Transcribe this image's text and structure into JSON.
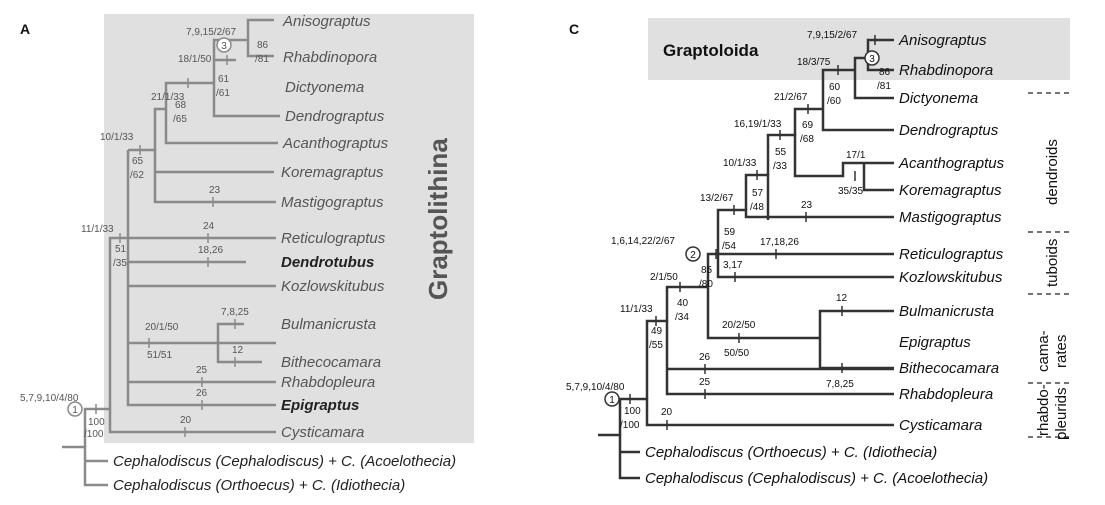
{
  "panel_a": {
    "letter": "A",
    "clade_label": "Graptolithina",
    "taxa": {
      "anisograptus": "Anisograptus",
      "rhabdinopora": "Rhabdinopora",
      "dictyonema": "Dictyonema",
      "dendrograptus": "Dendrograptus",
      "acanthograptus": "Acanthograptus",
      "koremagraptus": "Koremagraptus",
      "mastigograptus": "Mastigograptus",
      "reticulograptus": "Reticulograptus",
      "dendrotubus": "Dendrotubus",
      "kozlowskitubus": "Kozlowskitubus",
      "bulmanicrusta": "Bulmanicrusta",
      "bithecocamara": "Bithecocamara",
      "rhabdopleura": "Rhabdopleura",
      "epigraptus": "Epigraptus",
      "cysticamara": "Cysticamara",
      "outgroup1": "Cephalodiscus (Cephalodiscus) + C. (Acoelothecia)",
      "outgroup2": "Cephalodiscus (Orthoecus) + C. (Idiothecia)"
    },
    "node_numbers": {
      "n1": "1",
      "n3": "3"
    },
    "support": {
      "s1_top": "5,7,9,10/4/80",
      "s1_bot1": "100",
      "s1_bot2": "/100",
      "s2_top": "11/1/33",
      "s2_bot1": "51",
      "s2_bot2": "/35",
      "s3_top": "10/1/33",
      "s3_bot1": "65",
      "s3_bot2": "/62",
      "s4_top": "21/1/33",
      "s4_bot1": "68",
      "s4_bot2": "/65",
      "s5_top": "18/1/50",
      "s5_bot1": "61",
      "s5_bot2": "/61",
      "s6_top": "7,9,15/2/67",
      "s6_bot1": "86",
      "s6_bot2": "/81",
      "s7_top": "20/1/50",
      "s7_bot": "51/51",
      "chars_mastigo": "23",
      "chars_reticulo": "18,26",
      "chars_dendrotubus": "24",
      "chars_bulmani": "7,8,25",
      "chars_bitheco": "12",
      "chars_rhabdo": "25",
      "chars_epigraptus": "26",
      "chars_cysti": "20"
    }
  },
  "panel_c": {
    "letter": "C",
    "clade_label": "Graptoloida",
    "taxa": {
      "anisograptus": "Anisograptus",
      "rhabdinopora": "Rhabdinopora",
      "dictyonema": "Dictyonema",
      "dendrograptus": "Dendrograptus",
      "acanthograptus": "Acanthograptus",
      "koremagraptus": "Koremagraptus",
      "mastigograptus": "Mastigograptus",
      "reticulograptus": "Reticulograptus",
      "kozlowskitubus": "Kozlowskitubus",
      "bulmanicrusta": "Bulmanicrusta",
      "bithecocamara": "Bithecocamara",
      "epigraptus": "Epigraptus",
      "rhabdopleura": "Rhabdopleura",
      "cysticamara": "Cysticamara",
      "outgroup1": "Cephalodiscus (Orthoecus) + C. (Idiothecia)",
      "outgroup2": "Cephalodiscus (Cephalodiscus) + C. (Acoelothecia)"
    },
    "node_numbers": {
      "n1": "1",
      "n2": "2",
      "n3": "3"
    },
    "support": {
      "s1_top": "5,7,9,10/4/80",
      "s1_bot1": "100",
      "s1_bot2": "/100",
      "s2_top": "11/1/33",
      "s2_bot1": "49",
      "s2_bot2": "/55",
      "s3_top": "2/1/50",
      "s3_bot1": "40",
      "s3_bot2": "/34",
      "s4_top": "1,6,14,22/2/67",
      "s4_bot1": "85",
      "s4_bot2": "/80",
      "s5_top": "13/2/67",
      "s5_bot1": "59",
      "s5_bot2": "/54",
      "s6_top": "10/1/33",
      "s6_bot1": "57",
      "s6_bot2": "/48",
      "s7_top": "16,19/1/33",
      "s7_bot1": "55",
      "s7_bot2": "/33",
      "s8_top": "21/2/67",
      "s8_bot1": "69",
      "s8_bot2": "/68",
      "s9_top": "18/3/75",
      "s9_bot1": "60",
      "s9_bot2": "/60",
      "s10_top": "7,9,15/2/67",
      "s10_bot1": "86",
      "s10_bot2": "/81",
      "s11_top": "17/1",
      "s11_bot": "35/35",
      "s12_top": "20/2/50",
      "s12_bot": "50/50",
      "chars_mastigo": "23",
      "chars_reticulo": "17,18,26",
      "chars_kozlow": "3,17",
      "chars_bulmani": "12",
      "chars_bitheco": "7,8,25",
      "chars_epigraptus": "26",
      "chars_rhabdo": "25",
      "chars_cysti": "20"
    },
    "groups": {
      "dendroids": "dendroids",
      "tuboids": "tuboids",
      "camarates1": "cama-",
      "camarates2": "rates",
      "rhabdo1": "rhabdo-",
      "rhabdo2": "pleurids"
    }
  },
  "colors": {
    "panel_a_line": "#8a8a8a",
    "panel_a_text": "#555555",
    "panel_c_line": "#333333",
    "panel_c_text": "#111111",
    "shade": "#e0e0e0"
  }
}
